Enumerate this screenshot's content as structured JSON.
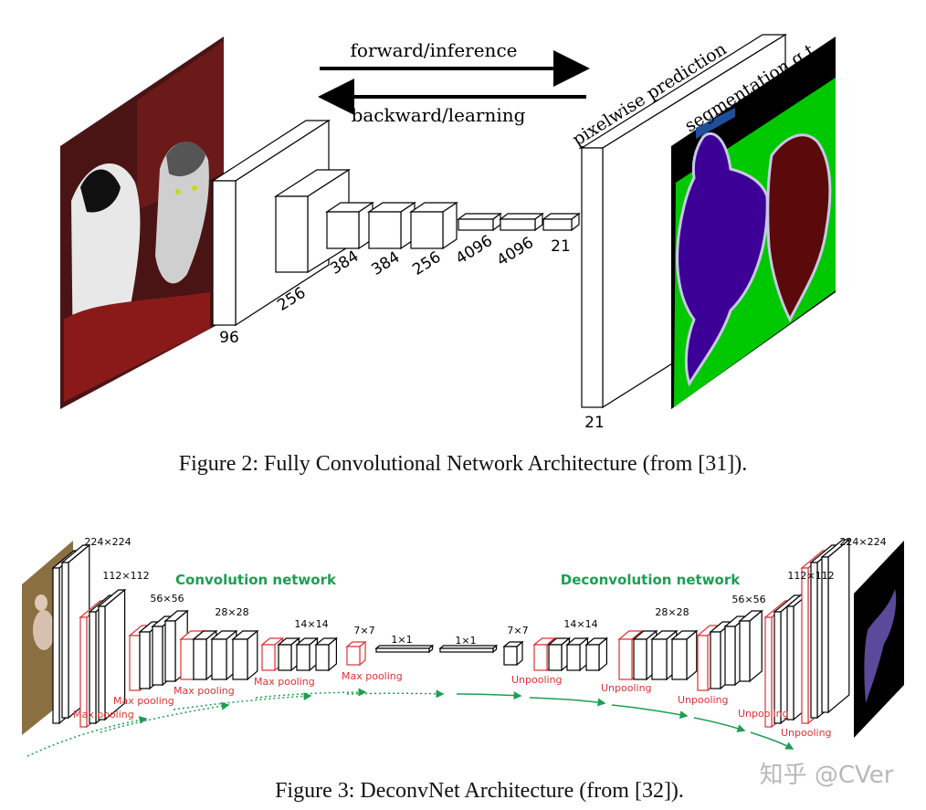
{
  "figure2": {
    "caption": "Figure 2: Fully Convolutional Network Architecture (from [31]).",
    "arrows": {
      "forward": "forward/inference",
      "backward": "backward/learning"
    },
    "layer_labels": [
      "96",
      "256",
      "384",
      "384",
      "256",
      "4096",
      "4096",
      "21"
    ],
    "output_label": "21",
    "prediction_label": "pixelwise prediction",
    "gt_label": "segmentation g.t.",
    "colors": {
      "background": "#000000",
      "ground": "#00c800",
      "dog": "#3c0096",
      "cat": "#5a0a0a",
      "boundary": "#c8c8e6"
    }
  },
  "figure3": {
    "caption": "Figure 3: DeconvNet Architecture (from [32]).",
    "conv_title": "Convolution network",
    "deconv_title": "Deconvolution network",
    "size_labels": [
      "224×224",
      "112×112",
      "56×56",
      "28×28",
      "14×14",
      "7×7",
      "1×1",
      "1×1",
      "7×7",
      "14×14",
      "28×28",
      "56×56",
      "112×112",
      "224×224"
    ],
    "pool_labels": [
      "Max pooling",
      "Max pooling",
      "Max pooling",
      "Max pooling",
      "Max pooling"
    ],
    "unpool_labels": [
      "Unpooling",
      "Unpooling",
      "Unpooling",
      "Unpooling",
      "Unpooling"
    ],
    "colors": {
      "title": "#1aa050",
      "pool": "#dd3333",
      "arrow": "#1aa050"
    }
  },
  "watermark": "知乎 @CVer"
}
